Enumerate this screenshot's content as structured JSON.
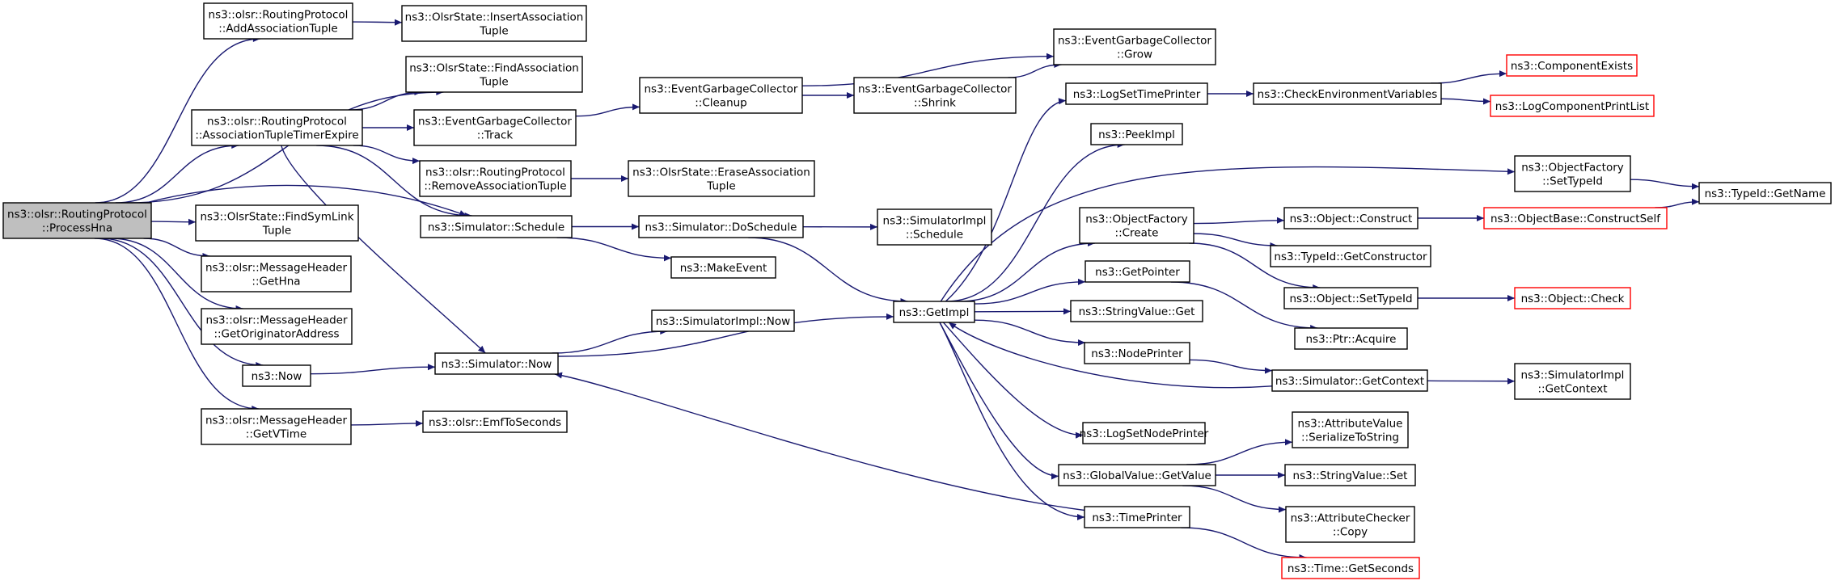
{
  "diagram": {
    "colors": {
      "edge": "#191970",
      "focus_fill": "#bfbfbf",
      "missing_border": "#ff0000",
      "border": "#000000"
    },
    "nodes": [
      {
        "id": "processHna",
        "lines": [
          "ns3::olsr::RoutingProtocol",
          "::ProcessHna"
        ],
        "style": "focus"
      },
      {
        "id": "addAssoc",
        "lines": [
          "ns3::olsr::RoutingProtocol",
          "::AddAssociationTuple"
        ]
      },
      {
        "id": "insertAssoc",
        "lines": [
          "ns3::OlsrState::InsertAssociation",
          "Tuple"
        ]
      },
      {
        "id": "assocTimer",
        "lines": [
          "ns3::olsr::RoutingProtocol",
          "::AssociationTupleTimerExpire"
        ]
      },
      {
        "id": "findAssoc",
        "lines": [
          "ns3::OlsrState::FindAssociation",
          "Tuple"
        ]
      },
      {
        "id": "egcTrack",
        "lines": [
          "ns3::EventGarbageCollector",
          "::Track"
        ]
      },
      {
        "id": "removeAssoc",
        "lines": [
          "ns3::olsr::RoutingProtocol",
          "::RemoveAssociationTuple"
        ]
      },
      {
        "id": "eraseAssoc",
        "lines": [
          "ns3::OlsrState::EraseAssociation",
          "Tuple"
        ]
      },
      {
        "id": "egcCleanup",
        "lines": [
          "ns3::EventGarbageCollector",
          "::Cleanup"
        ]
      },
      {
        "id": "egcShrink",
        "lines": [
          "ns3::EventGarbageCollector",
          "::Shrink"
        ]
      },
      {
        "id": "egcGrow",
        "lines": [
          "ns3::EventGarbageCollector",
          "::Grow"
        ]
      },
      {
        "id": "findSymLink",
        "lines": [
          "ns3::OlsrState::FindSymLink",
          "Tuple"
        ]
      },
      {
        "id": "schedule",
        "lines": [
          "ns3::Simulator::Schedule"
        ]
      },
      {
        "id": "doSchedule",
        "lines": [
          "ns3::Simulator::DoSchedule"
        ]
      },
      {
        "id": "implSchedule",
        "lines": [
          "ns3::SimulatorImpl",
          "::Schedule"
        ]
      },
      {
        "id": "makeEvent",
        "lines": [
          "ns3::MakeEvent"
        ]
      },
      {
        "id": "getHna",
        "lines": [
          "ns3::olsr::MessageHeader",
          "::GetHna"
        ]
      },
      {
        "id": "getOrig",
        "lines": [
          "ns3::olsr::MessageHeader",
          "::GetOriginatorAddress"
        ]
      },
      {
        "id": "now",
        "lines": [
          "ns3::Now"
        ]
      },
      {
        "id": "simNow",
        "lines": [
          "ns3::Simulator::Now"
        ]
      },
      {
        "id": "implNow",
        "lines": [
          "ns3::SimulatorImpl::Now"
        ]
      },
      {
        "id": "getVTime",
        "lines": [
          "ns3::olsr::MessageHeader",
          "::GetVTime"
        ]
      },
      {
        "id": "emfToSeconds",
        "lines": [
          "ns3::olsr::EmfToSeconds"
        ]
      },
      {
        "id": "getImpl",
        "lines": [
          "ns3::GetImpl"
        ]
      },
      {
        "id": "logSetTimePrinter",
        "lines": [
          "ns3::LogSetTimePrinter"
        ]
      },
      {
        "id": "checkEnv",
        "lines": [
          "ns3::CheckEnvironmentVariables"
        ]
      },
      {
        "id": "componentExists",
        "lines": [
          "ns3::ComponentExists"
        ],
        "style": "missing"
      },
      {
        "id": "logComponentPrintList",
        "lines": [
          "ns3::LogComponentPrintList"
        ],
        "style": "missing"
      },
      {
        "id": "peekImpl",
        "lines": [
          "ns3::PeekImpl"
        ]
      },
      {
        "id": "ofSetTypeId",
        "lines": [
          "ns3::ObjectFactory",
          "::SetTypeId"
        ]
      },
      {
        "id": "typeIdGetName",
        "lines": [
          "ns3::TypeId::GetName"
        ]
      },
      {
        "id": "ofCreate",
        "lines": [
          "ns3::ObjectFactory",
          "::Create"
        ]
      },
      {
        "id": "objConstruct",
        "lines": [
          "ns3::Object::Construct"
        ]
      },
      {
        "id": "constructSelf",
        "lines": [
          "ns3::ObjectBase::ConstructSelf"
        ],
        "style": "missing"
      },
      {
        "id": "typeIdGetCtor",
        "lines": [
          "ns3::TypeId::GetConstructor"
        ]
      },
      {
        "id": "objSetTypeId",
        "lines": [
          "ns3::Object::SetTypeId"
        ]
      },
      {
        "id": "objCheck",
        "lines": [
          "ns3::Object::Check"
        ],
        "style": "missing"
      },
      {
        "id": "getPointer",
        "lines": [
          "ns3::GetPointer"
        ]
      },
      {
        "id": "ptrAcquire",
        "lines": [
          "ns3::Ptr::Acquire"
        ]
      },
      {
        "id": "stringValueGet",
        "lines": [
          "ns3::StringValue::Get"
        ]
      },
      {
        "id": "nodePrinter",
        "lines": [
          "ns3::NodePrinter"
        ]
      },
      {
        "id": "simGetContext",
        "lines": [
          "ns3::Simulator::GetContext"
        ]
      },
      {
        "id": "implGetContext",
        "lines": [
          "ns3::SimulatorImpl",
          "::GetContext"
        ]
      },
      {
        "id": "logSetNodePrinter",
        "lines": [
          "ns3::LogSetNodePrinter"
        ]
      },
      {
        "id": "serializeToString",
        "lines": [
          "ns3::AttributeValue",
          "::SerializeToString"
        ]
      },
      {
        "id": "globalGetValue",
        "lines": [
          "ns3::GlobalValue::GetValue"
        ]
      },
      {
        "id": "stringValueSet",
        "lines": [
          "ns3::StringValue::Set"
        ]
      },
      {
        "id": "attrCheckerCopy",
        "lines": [
          "ns3::AttributeChecker",
          "::Copy"
        ]
      },
      {
        "id": "timePrinter",
        "lines": [
          "ns3::TimePrinter"
        ]
      },
      {
        "id": "timeGetSeconds",
        "lines": [
          "ns3::Time::GetSeconds"
        ],
        "style": "missing"
      }
    ],
    "edges": [
      [
        "processHna",
        "addAssoc"
      ],
      [
        "processHna",
        "findAssoc"
      ],
      [
        "processHna",
        "assocTimer"
      ],
      [
        "processHna",
        "schedule"
      ],
      [
        "processHna",
        "findSymLink"
      ],
      [
        "processHna",
        "getHna"
      ],
      [
        "processHna",
        "getOrig"
      ],
      [
        "processHna",
        "now"
      ],
      [
        "processHna",
        "getVTime"
      ],
      [
        "addAssoc",
        "insertAssoc"
      ],
      [
        "assocTimer",
        "findAssoc"
      ],
      [
        "assocTimer",
        "egcTrack"
      ],
      [
        "assocTimer",
        "removeAssoc"
      ],
      [
        "assocTimer",
        "schedule"
      ],
      [
        "assocTimer",
        "simNow"
      ],
      [
        "egcTrack",
        "egcCleanup"
      ],
      [
        "egcCleanup",
        "egcShrink"
      ],
      [
        "egcCleanup",
        "egcGrow"
      ],
      [
        "egcShrink",
        "egcGrow"
      ],
      [
        "removeAssoc",
        "eraseAssoc"
      ],
      [
        "schedule",
        "doSchedule"
      ],
      [
        "schedule",
        "makeEvent"
      ],
      [
        "doSchedule",
        "implSchedule"
      ],
      [
        "doSchedule",
        "getImpl"
      ],
      [
        "now",
        "simNow"
      ],
      [
        "simNow",
        "implNow"
      ],
      [
        "simNow",
        "getImpl"
      ],
      [
        "getVTime",
        "emfToSeconds"
      ],
      [
        "getImpl",
        "logSetTimePrinter"
      ],
      [
        "getImpl",
        "peekImpl"
      ],
      [
        "getImpl",
        "ofSetTypeId"
      ],
      [
        "getImpl",
        "ofCreate"
      ],
      [
        "getImpl",
        "getPointer"
      ],
      [
        "getImpl",
        "stringValueGet"
      ],
      [
        "getImpl",
        "nodePrinter"
      ],
      [
        "getImpl",
        "logSetNodePrinter"
      ],
      [
        "getImpl",
        "globalGetValue"
      ],
      [
        "getImpl",
        "timePrinter"
      ],
      [
        "logSetTimePrinter",
        "checkEnv"
      ],
      [
        "checkEnv",
        "componentExists"
      ],
      [
        "checkEnv",
        "logComponentPrintList"
      ],
      [
        "ofSetTypeId",
        "typeIdGetName"
      ],
      [
        "ofCreate",
        "objConstruct"
      ],
      [
        "ofCreate",
        "typeIdGetCtor"
      ],
      [
        "ofCreate",
        "objSetTypeId"
      ],
      [
        "objConstruct",
        "constructSelf"
      ],
      [
        "constructSelf",
        "typeIdGetName"
      ],
      [
        "objSetTypeId",
        "objCheck"
      ],
      [
        "getPointer",
        "ptrAcquire"
      ],
      [
        "nodePrinter",
        "simGetContext"
      ],
      [
        "simGetContext",
        "getImpl"
      ],
      [
        "simGetContext",
        "implGetContext"
      ],
      [
        "globalGetValue",
        "serializeToString"
      ],
      [
        "globalGetValue",
        "stringValueSet"
      ],
      [
        "globalGetValue",
        "attrCheckerCopy"
      ],
      [
        "timePrinter",
        "simNow"
      ],
      [
        "timePrinter",
        "timeGetSeconds"
      ]
    ]
  }
}
